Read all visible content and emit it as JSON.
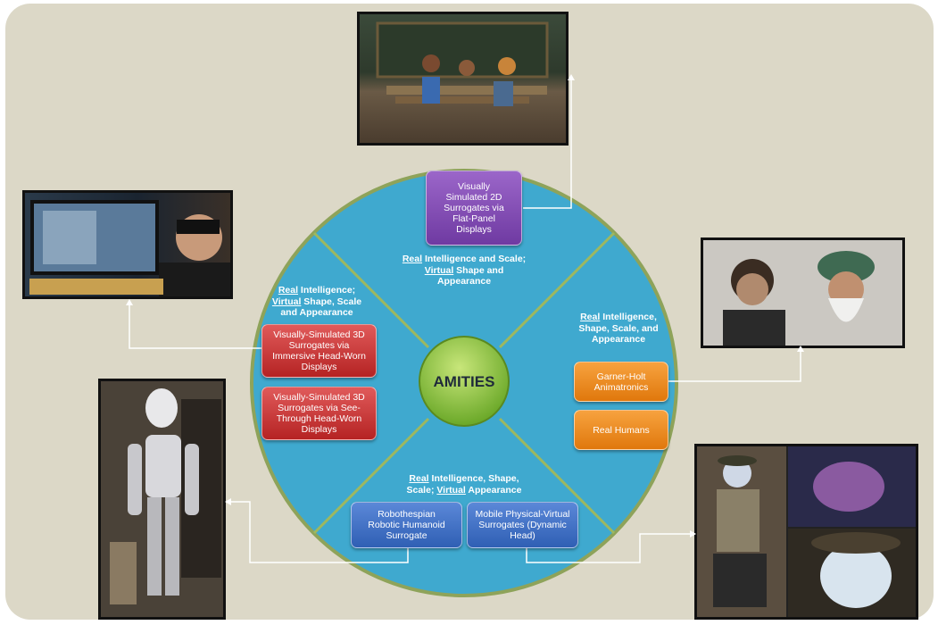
{
  "center": {
    "label": "AMITIES"
  },
  "quadrants": {
    "top": {
      "real": "Real",
      "line1_rest": " Intelligence and Scale;",
      "virtual": "Virtual",
      "line2_rest": " Shape and",
      "line3": "Appearance"
    },
    "left": {
      "real": "Real",
      "line1_rest": " Intelligence;",
      "virtual": "Virtual",
      "line2_rest": " Shape, Scale",
      "line3": "and Appearance"
    },
    "right": {
      "real": "Real",
      "line1_rest": "  Intelligence,",
      "line2": "Shape, Scale, and",
      "line3": "Appearance"
    },
    "bottom": {
      "real": "Real",
      "line1_rest": " Intelligence, Shape,",
      "line2_pre": "Scale; ",
      "virtual": "Virtual",
      "line2_rest": " Appearance"
    }
  },
  "boxes": {
    "flat_panel": "Visually Simulated 2D Surrogates via Flat-Panel Displays",
    "immersive": "Visually-Simulated 3D Surrogates via Immersive Head-Worn Displays",
    "see_through": "Visually-Simulated 3D Surrogates via See-Through Head-Worn Displays",
    "animatronics": "Garner-Holt Animatronics",
    "real_humans": "Real Humans",
    "robothespian": "Robothespian Robotic Humanoid Surrogate",
    "mobile": "Mobile Physical-Virtual Surrogates (Dynamic Head)"
  },
  "colors": {
    "circle": "#3fa9cf",
    "center": "#8cc63f",
    "purple": "#7e48b3",
    "red": "#c93030",
    "orange": "#f08c1e",
    "blue": "#3d6cc0"
  }
}
